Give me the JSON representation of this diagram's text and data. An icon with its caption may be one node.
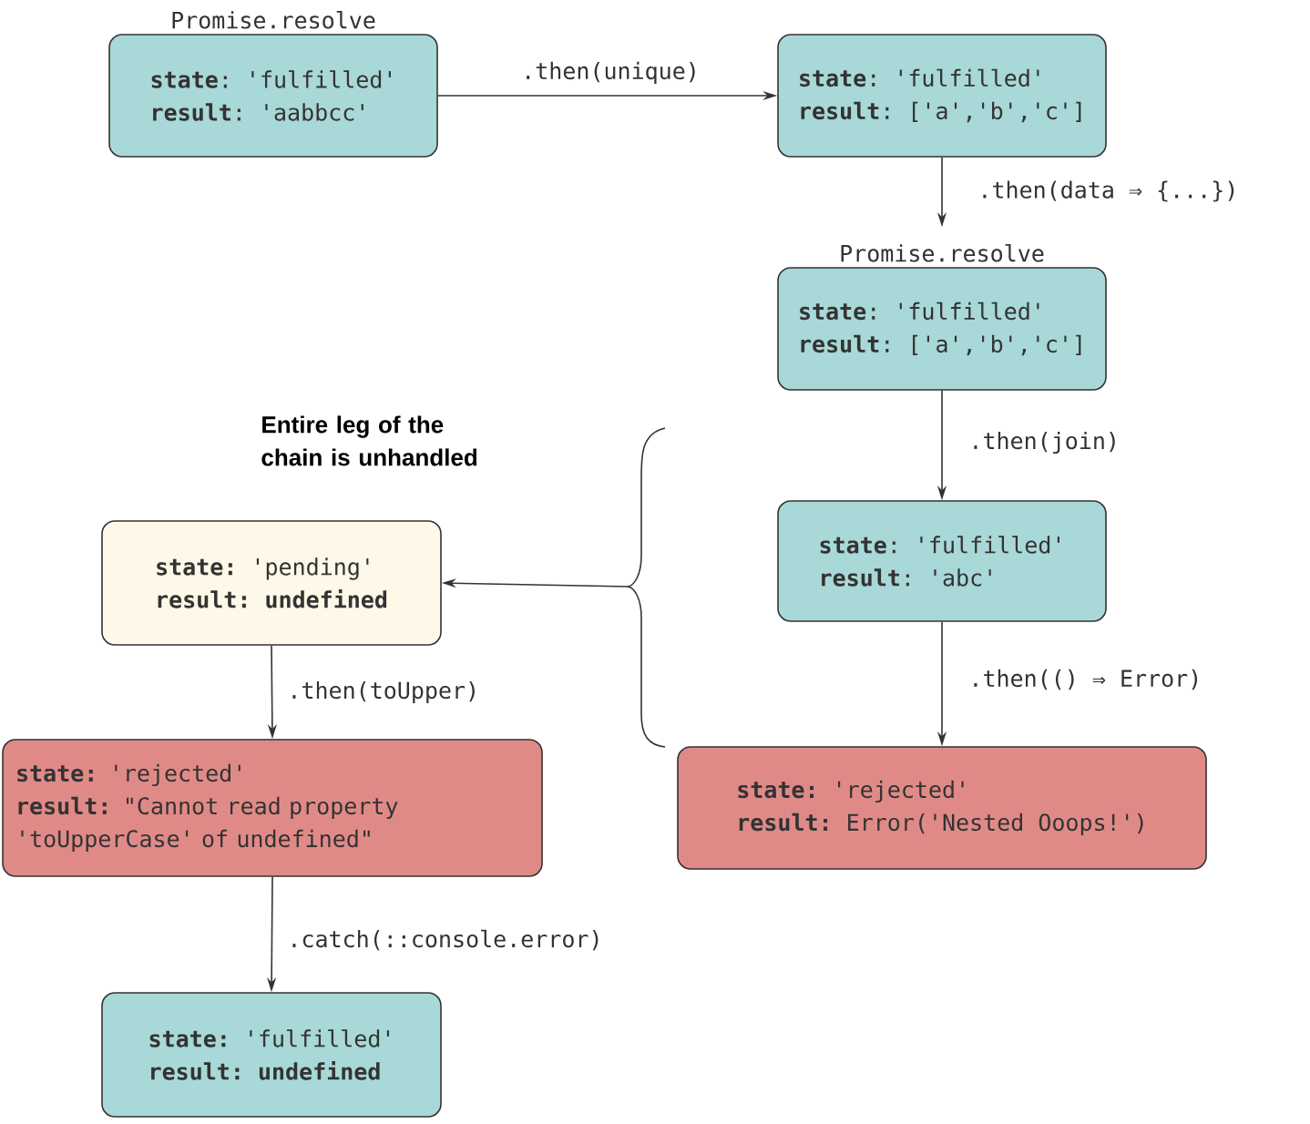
{
  "diagram": {
    "nodes": [
      {
        "text": [
          "Promise.resolve",
          "**state**: 'fulfilled'",
          "**result**: 'aabbcc'"
        ]
      },
      {
        "text": [
          "**state**: 'fulfilled'",
          "**result**: ['a','b','c']"
        ]
      },
      {
        "text": [
          "Promise.resolve",
          "**state**: 'fulfilled'",
          "**result**: ['a','b','c']"
        ]
      },
      {
        "text": [
          "**state**: 'fulfilled'",
          "**result**: 'abc'"
        ]
      },
      {
        "text": [
          "**state:** 'pending'",
          "**result: undefined**"
        ]
      },
      {
        "text": [
          "**state:** 'rejected'",
          "**result:** Error('Nested Ooops!')"
        ]
      },
      {
        "text": [
          "**state:** 'rejected'",
          "**result:** \"Cannot read property 'toUpperCase' of undefined\""
        ]
      },
      {
        "text": [
          "**state:** 'fulfilled'",
          "**result: undefined**"
        ]
      },
      {
        "text": [],
        "shape": "bracket"
      }
    ],
    "edges": [
      {
        "from": 0,
        "to": 1,
        "arrow": "to",
        "label": ".then(unique)"
      },
      {
        "from": 1,
        "to": 2,
        "arrow": "to",
        "label": ".then(data ⇒ {...})"
      },
      {
        "from": 2,
        "to": 3,
        "arrow": "to",
        "label": ".then(join)"
      },
      {
        "from": 3,
        "to": 5,
        "arrow": "to",
        "label": ".then(() ⇒ Error)"
      },
      {
        "from": 8,
        "to": 4,
        "arrow": "to"
      },
      {
        "from": 4,
        "to": 6,
        "arrow": "to",
        "label": ".then(toUpper)"
      },
      {
        "from": 6,
        "to": 7,
        "arrow": "to",
        "label": ".catch(::console.error)"
      }
    ],
    "labels": [
      "Entire leg of the chain is unhandled"
    ]
  }
}
